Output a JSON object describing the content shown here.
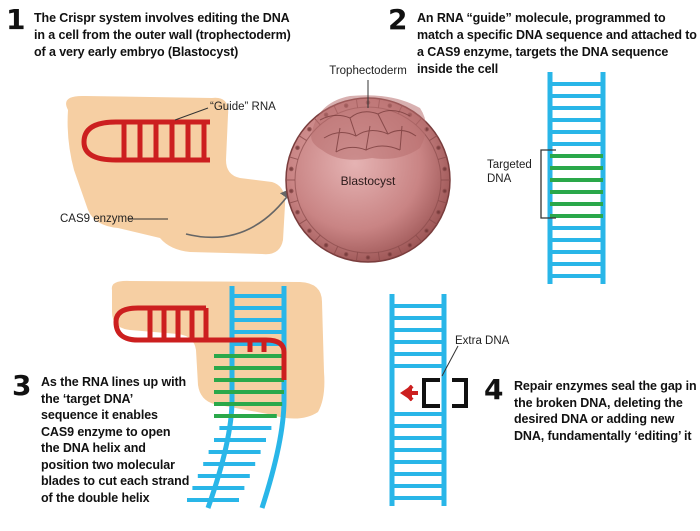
{
  "steps": [
    {
      "number": "1",
      "text": "The Crispr system involves editing the DNA in a cell from the outer wall (trophectoderm) of a very early embryo (Blastocyst)"
    },
    {
      "number": "2",
      "text": "An RNA “guide” molecule, programmed to match a specific DNA sequence and attached to a CAS9 enzyme, targets the DNA sequence inside the cell"
    },
    {
      "number": "3",
      "text": "As the RNA lines up with the ‘target DNA’ sequence it enables CAS9 enzyme to open the DNA helix and position two molecular blades to cut each strand of the double helix"
    },
    {
      "number": "4",
      "text": "Repair enzymes seal the gap in the broken DNA, deleting the desired DNA or adding new DNA, fundamentally ‘editing’ it"
    }
  ],
  "labels": {
    "guide_rna": "“Guide” RNA",
    "cas9": "CAS9 enzyme",
    "trophectoderm": "Trophectoderm",
    "blastocyst": "Blastocyst",
    "targeted_dna": "Targeted DNA",
    "extra_dna": "Extra DNA"
  },
  "colors": {
    "dna_strand": "#29b6e8",
    "target_rungs": "#2aa84a",
    "rna": "#cc1f1f",
    "cas9": "#f6cfa3",
    "blastocyst": "#c98484",
    "cell_outline": "#7a3d3d",
    "bracket": "#111111"
  }
}
